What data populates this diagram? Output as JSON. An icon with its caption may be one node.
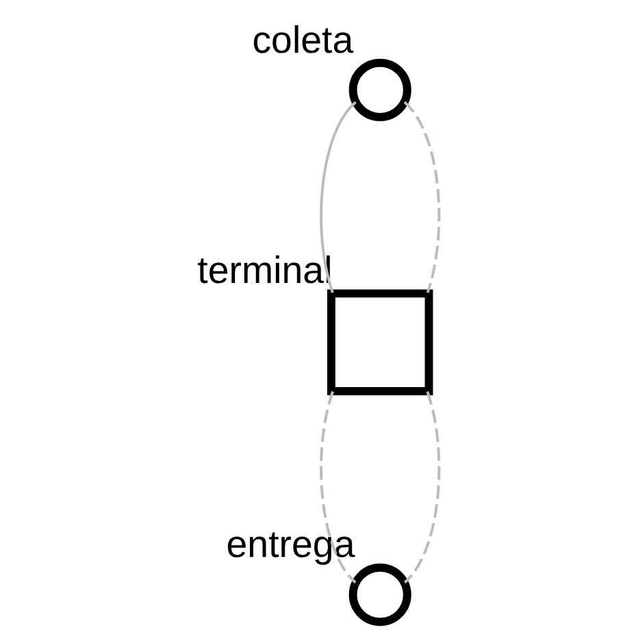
{
  "diagram": {
    "nodes": [
      {
        "text": [],
        "shape": "circle",
        "beside": [
          "coleta"
        ]
      },
      {
        "text": [],
        "shape": "box",
        "beside": [
          "terminal"
        ]
      },
      {
        "text": [],
        "shape": "circle",
        "beside": [
          "entrega"
        ]
      }
    ],
    "edges": [
      {
        "from": 0,
        "to": 1,
        "arrow": "none"
      },
      {
        "from": 0,
        "to": 1,
        "arrow": "none",
        "style": "dashed"
      },
      {
        "from": 1,
        "to": 2,
        "arrow": "none",
        "style": "dashed"
      },
      {
        "from": 1,
        "to": 2,
        "arrow": "none",
        "style": "dashed"
      }
    ]
  }
}
